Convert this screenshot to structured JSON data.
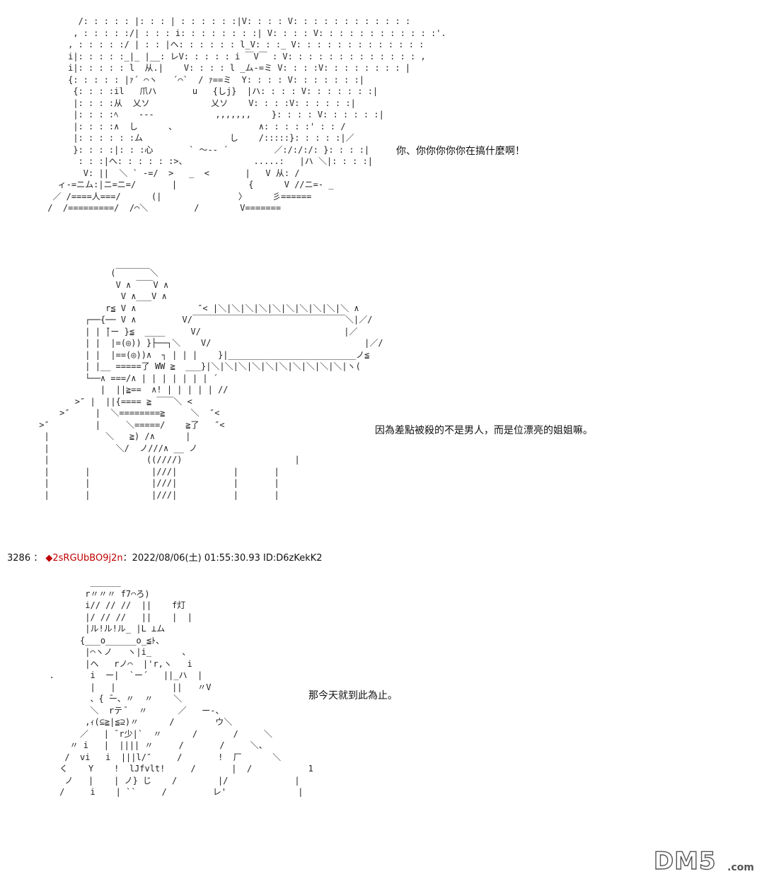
{
  "panels": [
    {
      "caption": "你、你你你你你在搞什麼啊！",
      "art": "       /: : : : : |: : : | : : : : : :|V: : : : V: : : : : : : : : : : :\n      , : : : : :/| : : : i: : : : : : : :| V: : : : V: : : : : : : : : : : :'.\n     , : : : : :/ | : : |ヘ: : : : : : l_V: : :_ V: : : : : : : : : : : : :\n     i|: : : : :_|_ |__: レV: : : : : i ￣V￣ : V: : : : : : : : : : : : : ,\n     i|: : : : : l  从.|    V: : : : l _ム-=ミ V: : : :V: : : : : : : : |\n     {: : : : : |ｧ´ ⌒ヽ   ´⌒`  / ｧ==ミ  Y: : : : V: : : : : : :|\n      {: : : :il   爪ハ       u   {しj}  |ハ: : : : V: : : : : : :|\n      |: : : :从  乂ソ            乂ソ    V: : : :V: : : : : :|\n      |: : : :ﾍ    ---            ,,,,,,,    }: : : : V: : : : : :|\n      |: : : :∧  し      、                ∧: : : : :' : : /\n      |: : : : : :ム                 し    /:::::}: : : : :|／\n      }: : : :|: : :心       ` ～-‐ ´         ／:/:/:/: }: : : :|\n       : : :|ヘ: : : : : :>、             .....:   |ハ ＼|: : : :|\n        V: ||  ＼ ` -=/  >   _  <       |   V 从: /\n   ィ-=ニム:|ニ=ニ=/       |              {      V //ニ=- _\n  ／ /====人===/      (|               〉     彡======\n /  /=========/  /⌒＼         /        V======="
    },
    {
      "caption": "因為差點被殺的不是男人，而是位漂亮的姐姐嘛。",
      "art": "               (￣￣￣￣＼\n                V ∧ ￣￣V ∧\n                 V ∧___V ∧\n              r≦ V ∧            ″< |＼|＼|＼|＼|＼|＼|＼|＼|＼|＼ ∧\n          ┌──{── V ∧         V/￣￣￣￣￣￣￣￣￣￣￣￣￣￣￣￣￣￣＼|／/\n          | | ̄|ー }≦  ____     V/                            |／\n          | |  |=(◎)) }├──┐＼    V/                              |／/\n          | |  |==(◎))∧  ┐ | | |    }|_________________________ノ≦\n          | |__ =====了 WW ≧  ___}|＼|＼|＼|＼|＼|＼|＼|＼|＼|＼|ヽ(\n          └──∧ ===/∧ | | | | | | | ´\n             |  ||≧==  ∧! | | | | | //\n        >″ |  ||{==== ≧ ￣￣＼ <\n     >″     |  ＼========≧     ＼  ″<\n >″         |     ＼=====/    ≧了   ″<\n  |           ＼   ≧) /∧      |\n  |             ＼/  ノ///∧ __ ノ\n  |                   ((////)                      |\n  |       |            |///|           |       |\n  |       |            |///|           |       |\n  |       |            |///|           |       |"
    },
    {
      "caption": "那今天就到此為止。",
      "art": "           ______\n          r〃〃〃 f7⌒ろ)\n          i// // //  ||    f灯\n          |/ // //   ||    |  |\n          |ル!ル!ル_ |L ⊥ム\n         {___o______o_≦ﾄ、\n          |⌒ヽノ   ヽ|i_      、\n          |ヘ   rノ⌒  |'r,ヽ   i\n   .       i  ー|  `ー´   ||_ハ  |\n           |   |           ||   〃V\n           、{ ̄ー、〃  〃    ＼\n           ＼  rテ ﾞ  〃      ／   ー-、\n          ,ｨ(⊆≧|≦⊇)〃      /        ウ＼\n         ／   | ̄ r少|`  〃      /       /     ＼\n       〃 i   |  |||| 〃     /       /     ＼、\n      /  vi   i  |||l/″     /       !  厂      ＼\n     く    Y    !  lJfvlt!     /       |  /           1\n      ノ   |    | ノ} じ    /        |/             |\n     /     i    | ``     /         レ'              |"
    }
  ],
  "post": {
    "number": "3286",
    "separator": "：",
    "diamond": "◆",
    "trip": "2sRGUbBO9j2n",
    "datetime": "：2022/08/06(土) 01:55:30.93 ID:D6zKekK2"
  },
  "watermark": {
    "brand": "DM5",
    "suffix": ".com"
  }
}
